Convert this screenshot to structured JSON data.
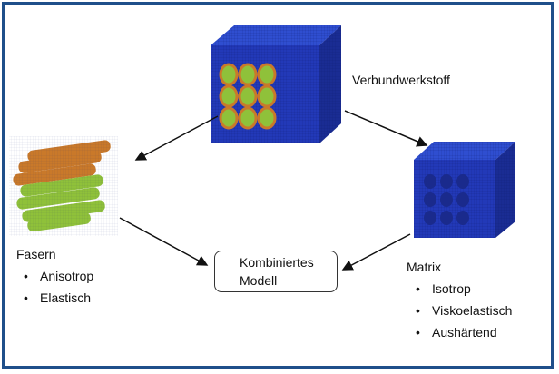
{
  "labels": {
    "composite": "Verbundwerkstoff",
    "fibers": "Fasern",
    "fibers_props": [
      "Anisotrop",
      "Elastisch"
    ],
    "combined_line1": "Kombiniertes",
    "combined_line2": "Modell",
    "matrix": "Matrix",
    "matrix_props": [
      "Isotrop",
      "Viskoelastisch",
      "Aushärtend"
    ]
  },
  "colors": {
    "frame": "#1f4f8a",
    "cube_front": "#2239b8",
    "cube_top": "#2f4ed0",
    "cube_side": "#1a2c93",
    "fiber_orange": "#c9792a",
    "fiber_green": "#8fc13a"
  }
}
